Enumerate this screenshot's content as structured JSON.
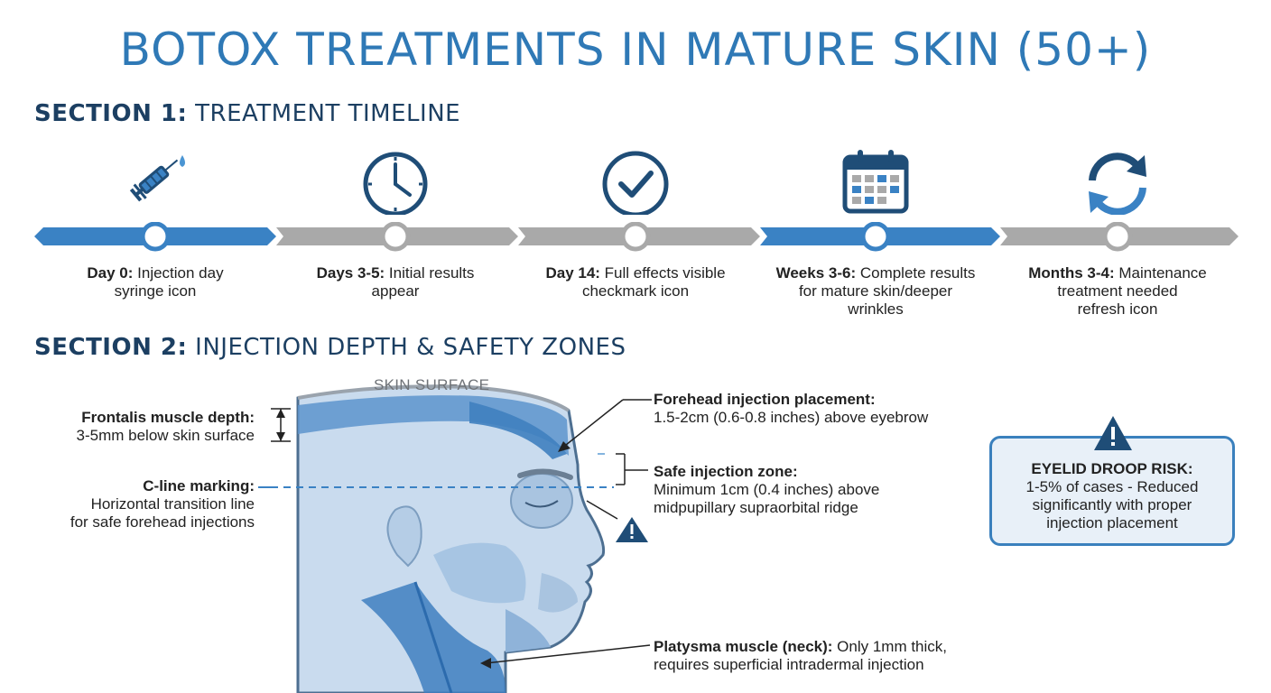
{
  "title": "BOTOX TREATMENTS IN MATURE SKIN (50+)",
  "section1": {
    "label_bold": "SECTION 1:",
    "label_rest": " TREATMENT TIMELINE",
    "steps": [
      {
        "bold": "Day 0:",
        "text": " Injection day",
        "line2": "syringe icon",
        "line3": "",
        "icon": "syringe-icon"
      },
      {
        "bold": "Days 3-5:",
        "text": " Initial results",
        "line2": "appear",
        "line3": "",
        "icon": "clock-icon"
      },
      {
        "bold": "Day 14:",
        "text": " Full effects visible",
        "line2": "checkmark icon",
        "line3": "",
        "icon": "checkmark-icon"
      },
      {
        "bold": "Weeks 3-6:",
        "text": " Complete results",
        "line2": "for mature skin/deeper",
        "line3": "wrinkles",
        "icon": "calendar-icon"
      },
      {
        "bold": "Months 3-4:",
        "text": " Maintenance",
        "line2": "treatment needed",
        "line3": "refresh icon",
        "icon": "refresh-icon"
      }
    ],
    "colors": {
      "active": "#3a82c4",
      "inactive": "#a9a9a9",
      "icon": "#1f4d77"
    }
  },
  "section2": {
    "label_bold": "SECTION 2:",
    "label_rest": " INJECTION DEPTH & SAFETY ZONES",
    "skin_surface": "SKIN SURFACE",
    "frontalis": {
      "bold": "Frontalis muscle depth:",
      "text": "3-5mm below skin surface"
    },
    "cline": {
      "bold": "C-line marking:",
      "line1": "Horizontal transition line",
      "line2": "for safe forehead injections"
    },
    "forehead": {
      "bold": "Forehead injection placement:",
      "text": "1.5-2cm (0.6-0.8 inches) above eyebrow"
    },
    "safe_zone": {
      "bold": "Safe injection zone:",
      "line1": "Minimum 1cm (0.4 inches) above",
      "line2": "midpupillary supraorbital ridge"
    },
    "platysma": {
      "bold": "Platysma muscle (neck):",
      "text": " Only 1mm thick,",
      "line2": "requires superficial intradermal injection"
    },
    "risk": {
      "title": "EYELID DROOP RISK:",
      "line1": "1-5% of cases - Reduced",
      "line2": "significantly with proper",
      "line3": "injection placement"
    }
  }
}
